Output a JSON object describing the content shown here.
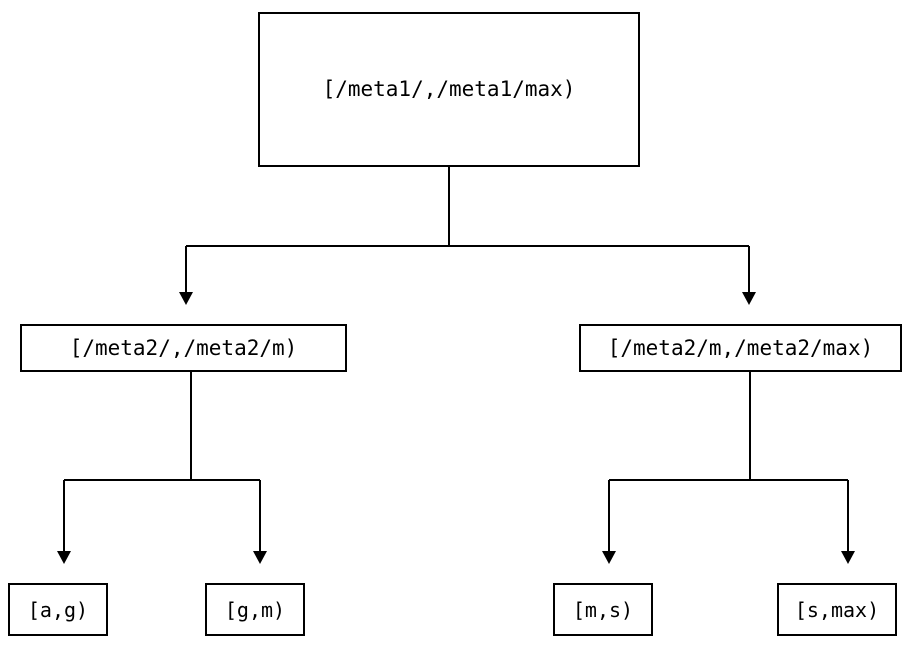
{
  "diagram": {
    "type": "binary-interval-partition-tree",
    "background_color": "#ffffff",
    "stroke_color": "#000000",
    "nodes": {
      "root": {
        "label": "[/meta1/,/meta1/max)"
      },
      "mid_left": {
        "label": "[/meta2/,/meta2/m)"
      },
      "mid_right": {
        "label": "[/meta2/m,/meta2/max)"
      },
      "leaf_1": {
        "label": "[a,g)"
      },
      "leaf_2": {
        "label": "[g,m)"
      },
      "leaf_3": {
        "label": "[m,s)"
      },
      "leaf_4": {
        "label": "[s,max)"
      }
    }
  }
}
